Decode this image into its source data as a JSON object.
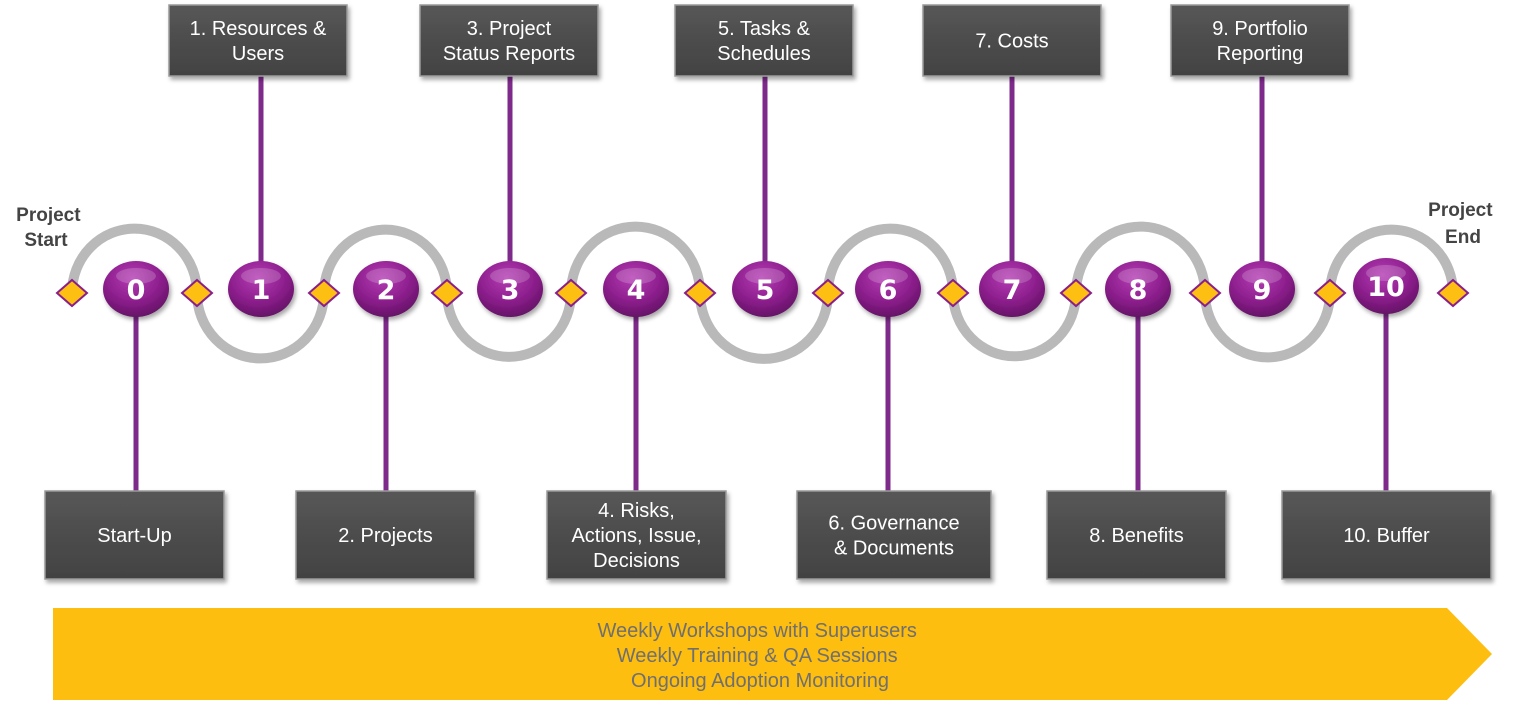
{
  "timeline": {
    "start_label": [
      "Project",
      "Start"
    ],
    "end_label": [
      "Project",
      "End"
    ],
    "colors": {
      "node": "#8a1f8c",
      "connector": "#7d2a8a",
      "track": "#b9b9b9",
      "diamond": "#fdbf12",
      "box": "#4d4d4d",
      "banner": "#fdbe10"
    },
    "steps": [
      {
        "number": "0",
        "lines": [
          "Start-Up"
        ],
        "position": "below"
      },
      {
        "number": "1",
        "lines": [
          "1. Resources &",
          "Users"
        ],
        "position": "above"
      },
      {
        "number": "2",
        "lines": [
          "2. Projects"
        ],
        "position": "below"
      },
      {
        "number": "3",
        "lines": [
          "3. Project",
          "Status Reports"
        ],
        "position": "above"
      },
      {
        "number": "4",
        "lines": [
          "4. Risks,",
          "Actions, Issue,",
          "Decisions"
        ],
        "position": "below"
      },
      {
        "number": "5",
        "lines": [
          "5. Tasks &",
          "Schedules"
        ],
        "position": "above"
      },
      {
        "number": "6",
        "lines": [
          "6. Governance",
          "& Documents"
        ],
        "position": "below"
      },
      {
        "number": "7",
        "lines": [
          "7. Costs"
        ],
        "position": "above"
      },
      {
        "number": "8",
        "lines": [
          "8. Benefits"
        ],
        "position": "below"
      },
      {
        "number": "9",
        "lines": [
          "9. Portfolio",
          "Reporting"
        ],
        "position": "above"
      },
      {
        "number": "10",
        "lines": [
          "10. Buffer"
        ],
        "position": "below"
      }
    ]
  },
  "banner": {
    "lines": [
      "Weekly Workshops with Superusers",
      "Weekly Training  & QA Sessions",
      "Ongoing Adoption Monitoring"
    ]
  }
}
